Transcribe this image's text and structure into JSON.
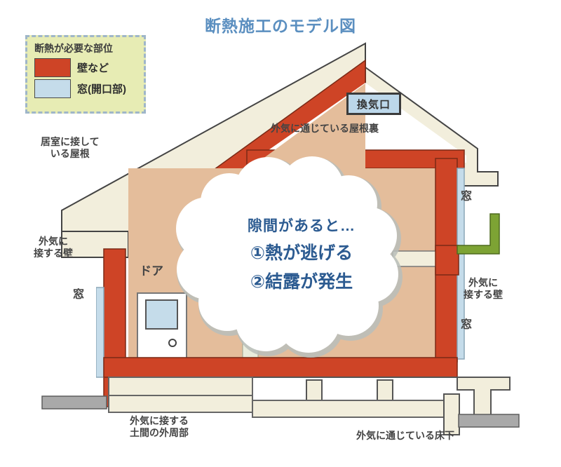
{
  "title": "断熱施工のモデル図",
  "legend": {
    "heading": "断熱が必要な部位",
    "items": [
      {
        "label": "壁など",
        "color": "#ce4426"
      },
      {
        "label": "窓(開口部)",
        "color": "#c5dcea"
      }
    ]
  },
  "cloud": {
    "line1": "隙間があると…",
    "line2": "①熱が逃げる",
    "line3": "②結露が発生"
  },
  "labels": {
    "vent_opening": "換気口",
    "attic": "外気に通じている屋根裏",
    "roof_adjacent": "居室に接して\nいる屋根",
    "left_wall": "外気に\n接する壁",
    "left_window": "窓",
    "door": "ドア",
    "right_window_top": "窓",
    "right_wall": "外気に\n接する壁",
    "right_window_bottom": "窓",
    "doma_perimeter": "外気に接する\n土間の外周部",
    "underfloor": "外気に通じている床下"
  },
  "colors": {
    "insulation_wall": "#ce4426",
    "insulation_window": "#c5dcea",
    "title_blue": "#5b8fc0",
    "legend_bg": "#e7ecb4",
    "interior_wall": "#e4bd9b",
    "roof_cream": "#f2eedc",
    "foundation_cream": "#f2eedc",
    "ground_gray": "#a9a9a9",
    "green_eave": "#7da334",
    "cloud_text": "#2c5b91"
  }
}
